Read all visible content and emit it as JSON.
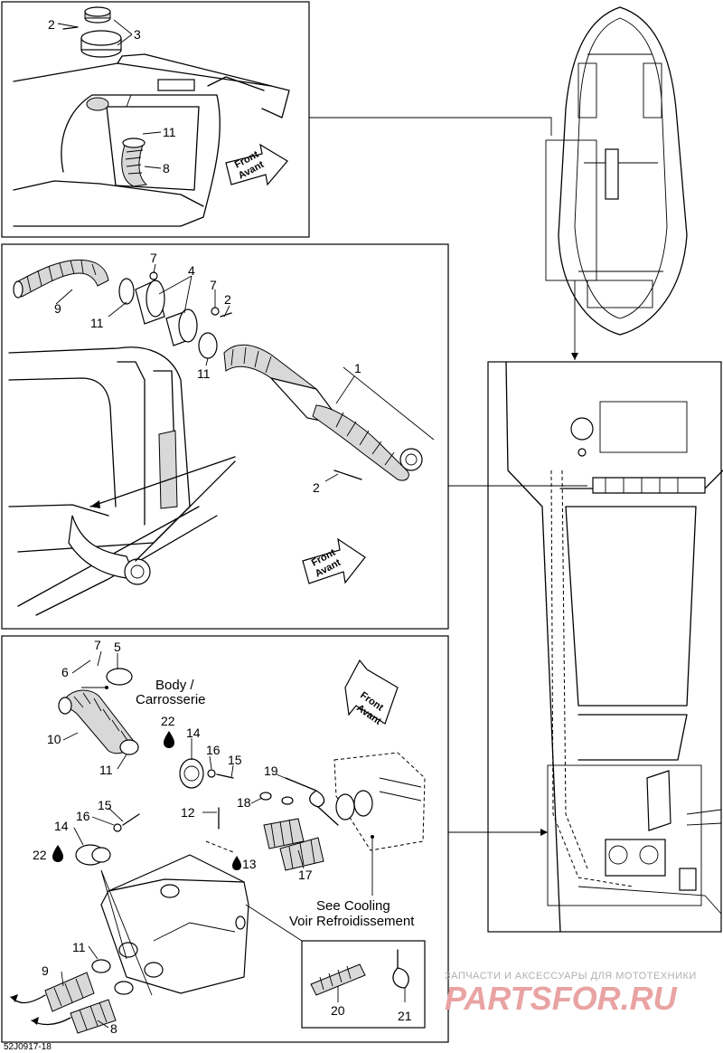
{
  "panels": {
    "top": {
      "callouts": [
        "2",
        "3",
        "11",
        "8"
      ],
      "front_arrow": [
        "Front",
        "Avant"
      ]
    },
    "middle": {
      "callouts": [
        "7",
        "4",
        "9",
        "11",
        "7",
        "2",
        "11",
        "1",
        "2"
      ],
      "front_arrow": [
        "Front",
        "Avant"
      ]
    },
    "bottom": {
      "callouts": [
        "7",
        "5",
        "6",
        "10",
        "11",
        "22",
        "14",
        "16",
        "15",
        "19",
        "18",
        "12",
        "15",
        "16",
        "14",
        "22",
        "13",
        "17",
        "11",
        "9",
        "8",
        "20",
        "21"
      ],
      "body_label": [
        "Body /",
        "Carrosserie"
      ],
      "cooling_label": [
        "See Cooling",
        "Voir Refroidissement"
      ],
      "front_arrow": [
        "Front",
        "Avant"
      ]
    }
  },
  "footer": {
    "diagram_code": "52J0917-18"
  },
  "watermark": {
    "tagline": "ЗАПЧАСТИ И АКСЕССУАРЫ ДЛЯ МОТОТЕХНИКИ",
    "brand": "PARTSFOR.RU"
  },
  "icons": [
    "front-arrow-icon",
    "drop-icon"
  ]
}
